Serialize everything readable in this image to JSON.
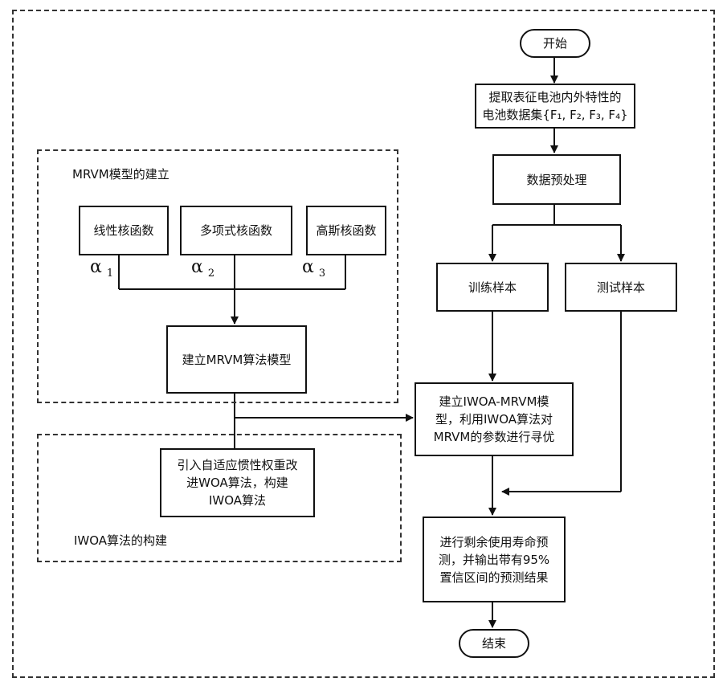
{
  "diagram": {
    "start": "开始",
    "extract": "提取表征电池内外特性的\n电池数据集{F₁, F₂, F₃, F₄}",
    "preprocess": "数据预处理",
    "train": "训练样本",
    "test": "测试样本",
    "mrvm_section_title": "MRVM模型的建立",
    "kernel_linear": "线性核函数",
    "kernel_poly": "多项式核函数",
    "kernel_gauss": "高斯核函数",
    "alpha_symbol": "α",
    "alpha1_sub": "1",
    "alpha2_sub": "2",
    "alpha3_sub": "3",
    "build_mrvm": "建立MRVM算法模型",
    "iwoa_improve": "引入自适应惯性权重改\n进WOA算法，构建\nIWOA算法",
    "iwoa_section_title": "IWOA算法的构建",
    "build_iwoa_mrvm": "建立IWOA-MRVM模\n型，利用IWOA算法对\nMRVM的参数进行寻优",
    "predict": "进行剩余使用寿命预\n测，并输出带有95%\n置信区间的预测结果",
    "end": "结束"
  }
}
